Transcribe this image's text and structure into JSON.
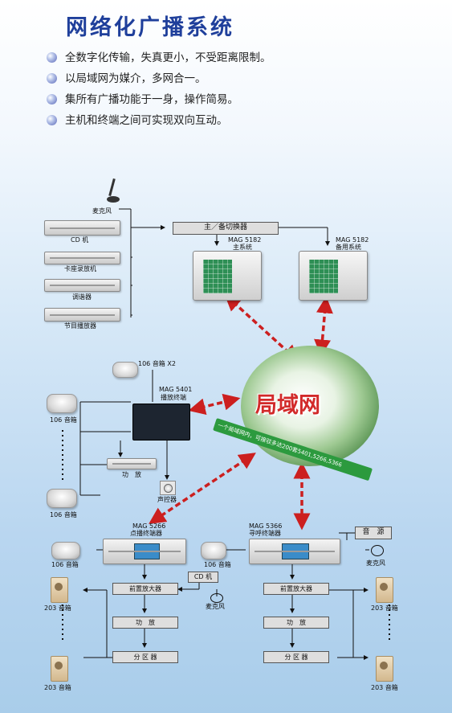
{
  "header": {
    "title": "网络化广播系统",
    "bullets": [
      "全数字化传输，失真更小，不受距离限制。",
      "以局域网为媒介，多网合一。",
      "集所有广播功能于一身，操作简易。",
      "主机和终端之间可实现双向互动。"
    ]
  },
  "sources": {
    "microphone": "麦克风",
    "cd": "CD 机",
    "cassette": "卡座录放机",
    "tuner": "调谐器",
    "program_player": "节目播放器"
  },
  "switcher": "主／备切换器",
  "hosts": {
    "main_model": "MAG 5182",
    "main_name": "主系统",
    "backup_model": "MAG 5182",
    "backup_name": "备用系统"
  },
  "lan": {
    "title": "局域网",
    "ribbon": "一个局域网内，可接驳多达200套5401,5266,5366"
  },
  "term5401": {
    "speaker_x2": "106 音箱 X2",
    "model": "MAG 5401",
    "name": "播放终端",
    "speaker_top": "106 音箱",
    "speaker_bottom": "106 音箱",
    "amp": "功　放",
    "volume": "声控器"
  },
  "term5266": {
    "model": "MAG 5266",
    "name": "点播终端器",
    "speaker": "106 音箱",
    "cd": "CD 机",
    "mic": "麦克风",
    "preamp": "前置放大器",
    "amp": "功　放",
    "zone": "分 区 器",
    "col_top": "203 音箱",
    "col_bottom": "203 音箱"
  },
  "term5366": {
    "model": "MAG 5366",
    "name": "寻呼终端器",
    "speaker": "106 音箱",
    "source": "音　源",
    "mic": "麦克风",
    "preamp": "前置放大器",
    "amp": "功　放",
    "zone": "分 区 器",
    "col_top": "203 音箱",
    "col_bottom": "203 音箱"
  },
  "colors": {
    "title": "#1f3f9b",
    "link_arrow": "#cc1f1f",
    "lan_title": "#d22a2a",
    "ribbon": "#2c9a3e"
  }
}
